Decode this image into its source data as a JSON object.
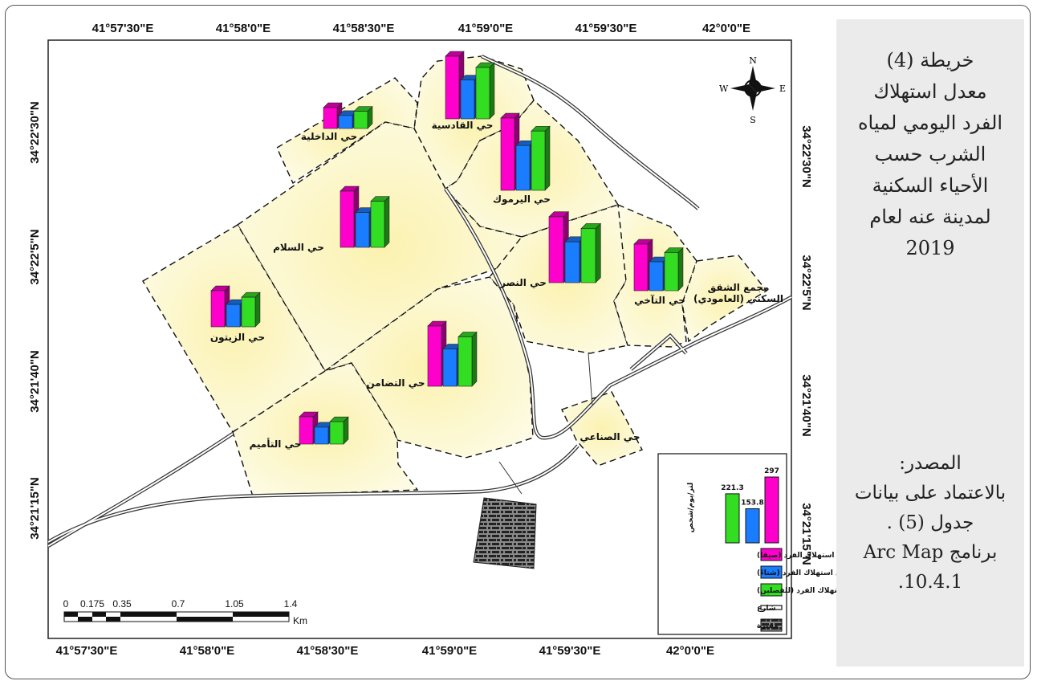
{
  "title": {
    "lines": [
      "خريطة (4)",
      "معدل استهلاك",
      "الفرد اليومي لمياه",
      "الشرب حسب",
      "الأحياء السكنية",
      "لمدينة عنه لعام",
      "2019"
    ]
  },
  "source": {
    "lines": [
      "المصدر:",
      "بالاعتماد على بيانات",
      "جدول (5) .",
      "برنامج Arc Map",
      "10.4.1."
    ]
  },
  "graticule": {
    "longitudes": [
      "41°57'30\"E",
      "41°58'0\"E",
      "41°58'30\"E",
      "41°59'0\"E",
      "41°59'30\"E",
      "42°0'0\"E"
    ],
    "latitudes": [
      "34°22'30\"N",
      "34°22'5\"N",
      "34°21'40\"N",
      "34°21'15\"N"
    ]
  },
  "north_arrow": {
    "n": "N",
    "s": "S",
    "e": "E",
    "w": "W"
  },
  "districts": [
    {
      "id": "qadisiya",
      "label": "حي القادسية"
    },
    {
      "id": "dakhiliya",
      "label": "حي الداخلية"
    },
    {
      "id": "yarmouk",
      "label": "حي اليرموك"
    },
    {
      "id": "salam",
      "label": "حي السلام"
    },
    {
      "id": "nasr",
      "label": "حي النصر"
    },
    {
      "id": "takhi",
      "label": "حي التآخي"
    },
    {
      "id": "shuqaq",
      "label": "مجمع الشقق السكني (العامودي)",
      "lines": [
        "مجمع الشقق",
        "السكني (العامودي)"
      ]
    },
    {
      "id": "zaitoun",
      "label": "حي الزيتون"
    },
    {
      "id": "tadamun",
      "label": "حي التضامن"
    },
    {
      "id": "tameem",
      "label": "حي التأميم"
    },
    {
      "id": "sinai",
      "label": "حي الصناعي"
    }
  ],
  "colors": {
    "summer": "#ff00cc",
    "winter": "#1a7cff",
    "both": "#33dd22",
    "zone_fill": "#fdf9d4",
    "panel": "#ebebeb"
  },
  "legend": {
    "unit_label": "لتر/يوم/شخص",
    "chart_values": [
      {
        "series": "summer",
        "value": 297
      },
      {
        "series": "winter",
        "value": 153.8
      },
      {
        "series": "both",
        "value": 221.3
      }
    ],
    "items": [
      {
        "label": "معدل استهلاك الفرد (صيفا)",
        "swatch": "summer"
      },
      {
        "label": "معدل استهلاك الفرد (شتاءً)",
        "swatch": "winter"
      },
      {
        "label": "معدل استهلاك الفرد (للفصلين)",
        "swatch": "both"
      },
      {
        "label": "شارع",
        "swatch": "road"
      },
      {
        "label": "مقبرة",
        "swatch": "cemetery"
      }
    ]
  },
  "scale_bar": {
    "ticks": [
      "0",
      "0.175",
      "0.35",
      "0.7",
      "1.05",
      "1.4"
    ],
    "unit": "Km"
  }
}
